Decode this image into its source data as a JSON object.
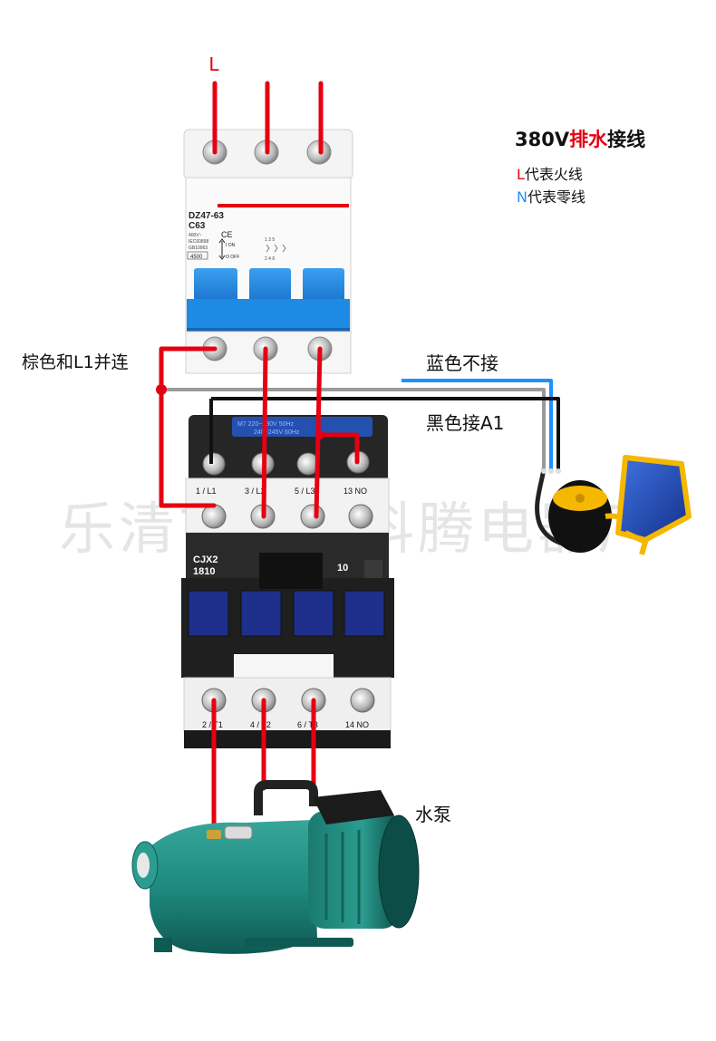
{
  "supply_label": "L",
  "legend": {
    "title_prefix": "380V",
    "title_highlight": "排水",
    "title_suffix": "接线",
    "line1_key": "L",
    "line1_text": "代表火线",
    "line2_key": "N",
    "line2_text": "代表零线"
  },
  "labels": {
    "brown_wire": "棕色和L1并连",
    "blue_wire": "蓝色不接",
    "black_wire": "黑色接A1",
    "pump": "水泵"
  },
  "breaker": {
    "model": "DZ47-63",
    "rating": "C63",
    "voltage": "400V~",
    "std1": "IEC60898",
    "std2": "GB10963",
    "code": "4500",
    "on_label": "I  ON",
    "off_label": "O OFF",
    "ce_mark": "CE",
    "pole_top": "1 3 5",
    "pole_bottom": "2 4 6"
  },
  "contactor": {
    "coil_text1": "M7 220~230V 50Hz",
    "coil_text2": "240~245V 60Hz",
    "top_terminals": [
      "1 / L1",
      "3 / L2",
      "5 / L3",
      "13 NO"
    ],
    "model": "CJX2",
    "model_number": "1810",
    "aux": "10",
    "bottom_terminals": [
      "2 / T1",
      "4 / T2",
      "6 / T3",
      "14 NO"
    ]
  },
  "watermark": "乐清市柳市科腾电器厂",
  "colors": {
    "live_wire": "#e60012",
    "neutral_blue": "#1e90ff",
    "black_wire": "#111111",
    "breaker_blue": "#1f8be0",
    "contactor_body": "#222222",
    "float_blue": "#1d4fc4",
    "float_yellow": "#f5b800",
    "pump_teal": "#1f8a80"
  },
  "icons": [
    "float-switch-icon",
    "water-pump-icon",
    "circuit-breaker-icon",
    "contactor-icon"
  ]
}
